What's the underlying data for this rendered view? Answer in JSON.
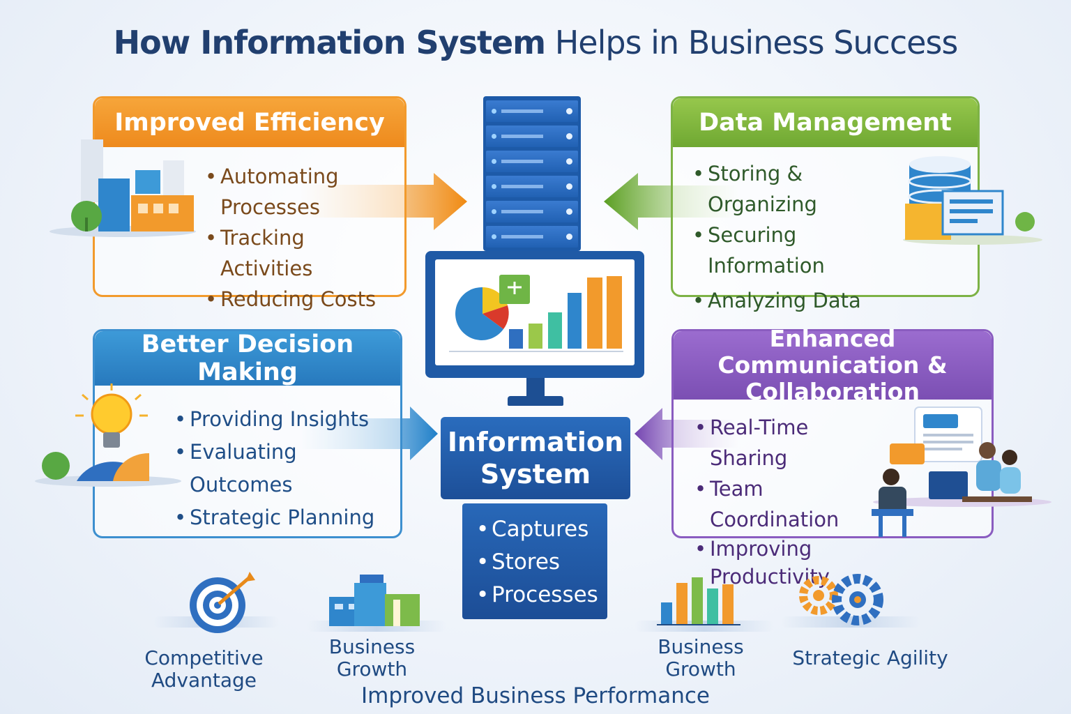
{
  "title": {
    "bold": "How Information System",
    "rest": " Helps in Business Success"
  },
  "panels": {
    "efficiency": {
      "title": "Improved Efficiency",
      "items": [
        "Automating Processes",
        "Tracking Activities",
        "Reducing Costs"
      ]
    },
    "data": {
      "title": "Data Management",
      "items": [
        "Storing & Organizing",
        "Securing Information",
        "Analyzing Data"
      ]
    },
    "decision": {
      "title": "Better Decision Making",
      "items": [
        "Providing Insights",
        "Evaluating Outcomes",
        "Strategic Planning"
      ]
    },
    "communication": {
      "title": "Enhanced Communication & Collaboration",
      "items": [
        "Real-Time Sharing",
        "Team Coordination",
        "Improving Productivity"
      ]
    }
  },
  "center": {
    "title": "Information System",
    "items": [
      "Captures",
      "Stores",
      "Processes"
    ]
  },
  "outcomes": [
    "Competitive Advantage",
    "Business Growth",
    "Business Growth",
    "Strategic Agility"
  ],
  "footer": "Improved Business Performance",
  "colors": {
    "orange": "#f29a2c",
    "green": "#7db245",
    "blue": "#2f86cc",
    "purple": "#8a5cc0",
    "navy": "#1d4f98"
  }
}
